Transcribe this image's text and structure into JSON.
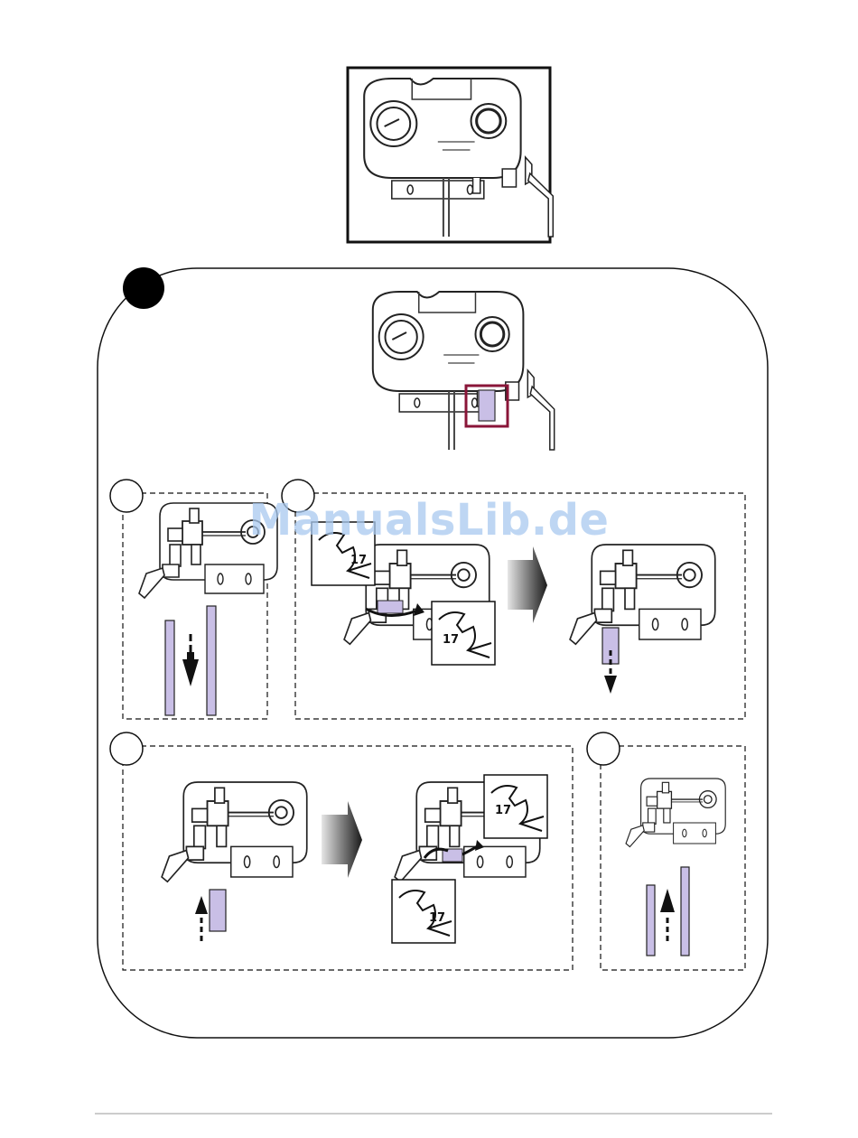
{
  "watermark": "ManualsLib.de",
  "steps": [
    {
      "number": "",
      "wrench": ""
    },
    {
      "number": "",
      "wrench": "17"
    },
    {
      "number": "",
      "wrench": "17"
    },
    {
      "number": "",
      "wrench": "17"
    },
    {
      "number": "",
      "wrench": "17"
    },
    {
      "number": "",
      "wrench": ""
    }
  ],
  "colors": {
    "highlight": "#8a1538",
    "pipe": "#c9bfe6",
    "arrow": "#222222"
  }
}
